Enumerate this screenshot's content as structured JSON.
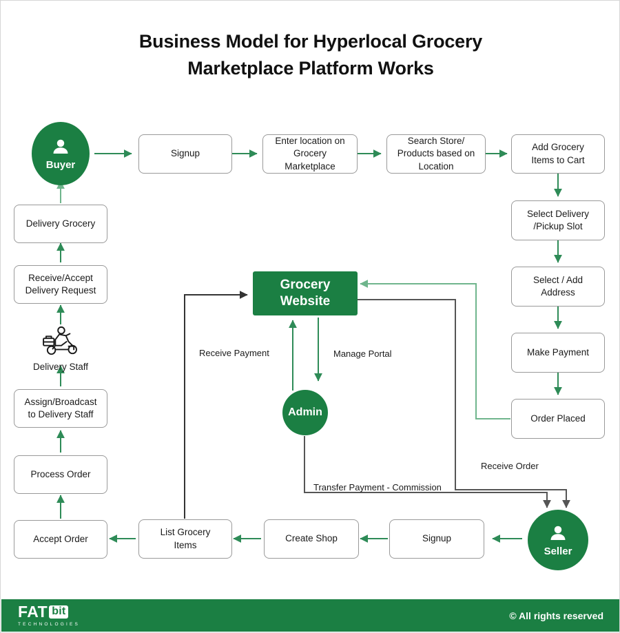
{
  "page": {
    "title": "Business Model for Hyperlocal Grocery\nMarketplace Platform Works",
    "background": "#ffffff",
    "brand_green": "#1B7F43",
    "light_green_arrow": "#5FA97E",
    "dark_arrow": "#4a4a4a",
    "box_border": "#999999"
  },
  "actors": {
    "buyer": {
      "label": "Buyer",
      "icon": "person-icon"
    },
    "seller": {
      "label": "Seller",
      "icon": "person-icon"
    },
    "admin": {
      "label": "Admin"
    },
    "delivery_staff": {
      "label": "Delivery Staff",
      "icon": "delivery-scooter-icon"
    },
    "platform": {
      "label": "Grocery\nWebsite"
    }
  },
  "buyer_flow": [
    {
      "label": "Signup"
    },
    {
      "label": "Enter location on\nGrocery\nMarketplace"
    },
    {
      "label": "Search Store/\nProducts based on\nLocation"
    },
    {
      "label": "Add Grocery\nItems to Cart"
    },
    {
      "label": "Select Delivery\n/Pickup Slot"
    },
    {
      "label": "Select / Add\nAddress"
    },
    {
      "label": "Make Payment"
    },
    {
      "label": "Order Placed"
    }
  ],
  "seller_flow": [
    {
      "label": "Signup"
    },
    {
      "label": "Create Shop"
    },
    {
      "label": "List Grocery\nItems"
    },
    {
      "label": "Accept Order"
    },
    {
      "label": "Process Order"
    },
    {
      "label": "Assign/Broadcast\nto Delivery Staff"
    }
  ],
  "delivery_flow": [
    {
      "label": "Receive/Accept\nDelivery Request"
    },
    {
      "label": "Delivery Grocery"
    }
  ],
  "edge_labels": {
    "receive_payment": "Receive Payment",
    "manage_portal": "Manage Portal",
    "transfer_payment": "Transfer Payment - Commission",
    "receive_order": "Receive Order"
  },
  "footer": {
    "logo_main": "FAT",
    "logo_badge": "bit",
    "logo_sub": "TECHNOLOGIES",
    "copyright": "© All rights reserved"
  }
}
